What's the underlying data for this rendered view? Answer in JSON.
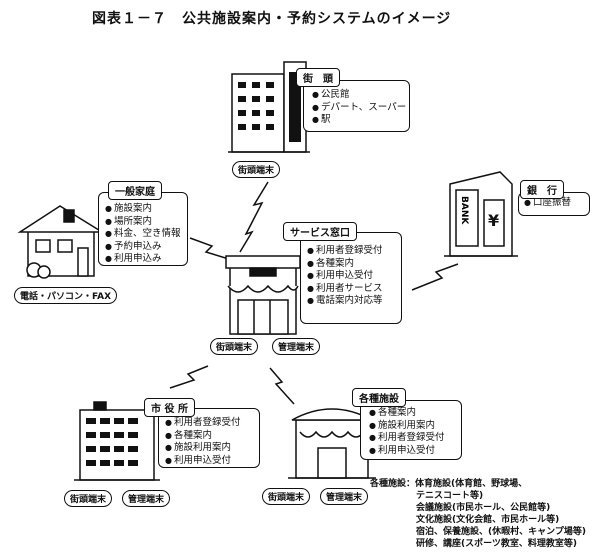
{
  "figure_title": "図表１－７　公共施設案内・予約システムのイメージ",
  "street": {
    "title": "街　頭",
    "items": [
      "公民館",
      "デパート、スーパー",
      "駅"
    ],
    "terminal": "街頭端末"
  },
  "home": {
    "title": "一般家庭",
    "items": [
      "施設案内",
      "場所案内",
      "料金、空き情報",
      "予約申込み",
      "利用申込み"
    ],
    "devices": "電話・パソコン・FAX"
  },
  "bank": {
    "sign": "BANK",
    "title": "銀　行",
    "items": [
      "口座振替"
    ]
  },
  "service": {
    "title": "サービス窓口",
    "items": [
      "利用者登録受付",
      "各種案内",
      "利用申込受付",
      "利用者サービス",
      "電話案内対応等"
    ],
    "terminal1": "街頭端末",
    "terminal2": "管理端末"
  },
  "city_hall": {
    "title": "市 役 所",
    "items": [
      "利用者登録受付",
      "各種案内",
      "施設利用案内",
      "利用申込受付"
    ],
    "terminal1": "街頭端末",
    "terminal2": "管理端末"
  },
  "facilities": {
    "title": "各種施設",
    "items": [
      "各種案内",
      "施設利用案内",
      "利用者登録受付",
      "利用申込受付"
    ],
    "terminal1": "街頭端末",
    "terminal2": "管理端末",
    "notes": [
      "各種施設：体育施設(体育館、野球場、",
      "テニスコート等)",
      "会議施設(市民ホール、公民館等)",
      "文化施設(文化会館、市民ホール等)",
      "宿泊、保養施設、(休暇村、キャンプ場等)",
      "研修、講座(スポーツ教室、料理教室等)"
    ]
  }
}
